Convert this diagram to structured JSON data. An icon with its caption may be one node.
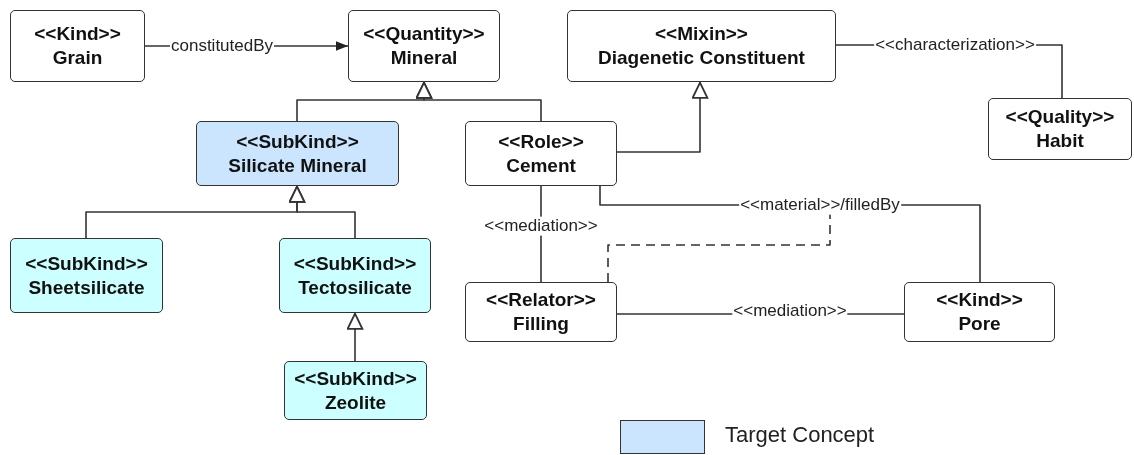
{
  "diagram": {
    "nodes": [
      {
        "text": [
          "<<Kind>>",
          "Grain"
        ]
      },
      {
        "text": [
          "<<Quantity>>",
          "Mineral"
        ]
      },
      {
        "text": [
          "<<Mixin>>",
          "Diagenetic Constituent"
        ]
      },
      {
        "text": [
          "<<Quality>>",
          "Habit"
        ]
      },
      {
        "text": [
          "<<SubKind>>",
          "Silicate Mineral"
        ]
      },
      {
        "text": [
          "<<Role>>",
          "Cement"
        ]
      },
      {
        "text": [
          "<<SubKind>>",
          "Sheetsilicate"
        ]
      },
      {
        "text": [
          "<<SubKind>>",
          "Tectosilicate"
        ]
      },
      {
        "text": [
          "<<Relator>>",
          "Filling"
        ]
      },
      {
        "text": [
          "<<Kind>>",
          "Pore"
        ]
      },
      {
        "text": [
          "<<SubKind>>",
          "Zeolite"
        ]
      }
    ],
    "edges": [
      {
        "from": 0,
        "to": 1,
        "arrow": "to",
        "label": "constitutedBy"
      },
      {
        "from": 4,
        "to": 1,
        "arrow": "to"
      },
      {
        "from": 5,
        "to": 1,
        "arrow": "to"
      },
      {
        "from": 5,
        "to": 2,
        "arrow": "to"
      },
      {
        "from": 2,
        "to": 3,
        "arrow": "none",
        "label": "<<characterization>>"
      },
      {
        "from": 6,
        "to": 4,
        "arrow": "to"
      },
      {
        "from": 7,
        "to": 4,
        "arrow": "to"
      },
      {
        "from": 10,
        "to": 7,
        "arrow": "to"
      },
      {
        "from": 5,
        "to": 8,
        "arrow": "none",
        "label": "<<mediation>>"
      },
      {
        "from": 5,
        "to": 9,
        "arrow": "none",
        "label": "<<material>>/filledBy"
      },
      {
        "from": 8,
        "to": 9,
        "arrow": "none",
        "label": "<<mediation>>"
      },
      {
        "from": 8,
        "to": null,
        "arrow": "none",
        "style": "dashed"
      }
    ],
    "legend": [
      {
        "text": "Target Concept",
        "color": "#cce5ff"
      }
    ]
  }
}
